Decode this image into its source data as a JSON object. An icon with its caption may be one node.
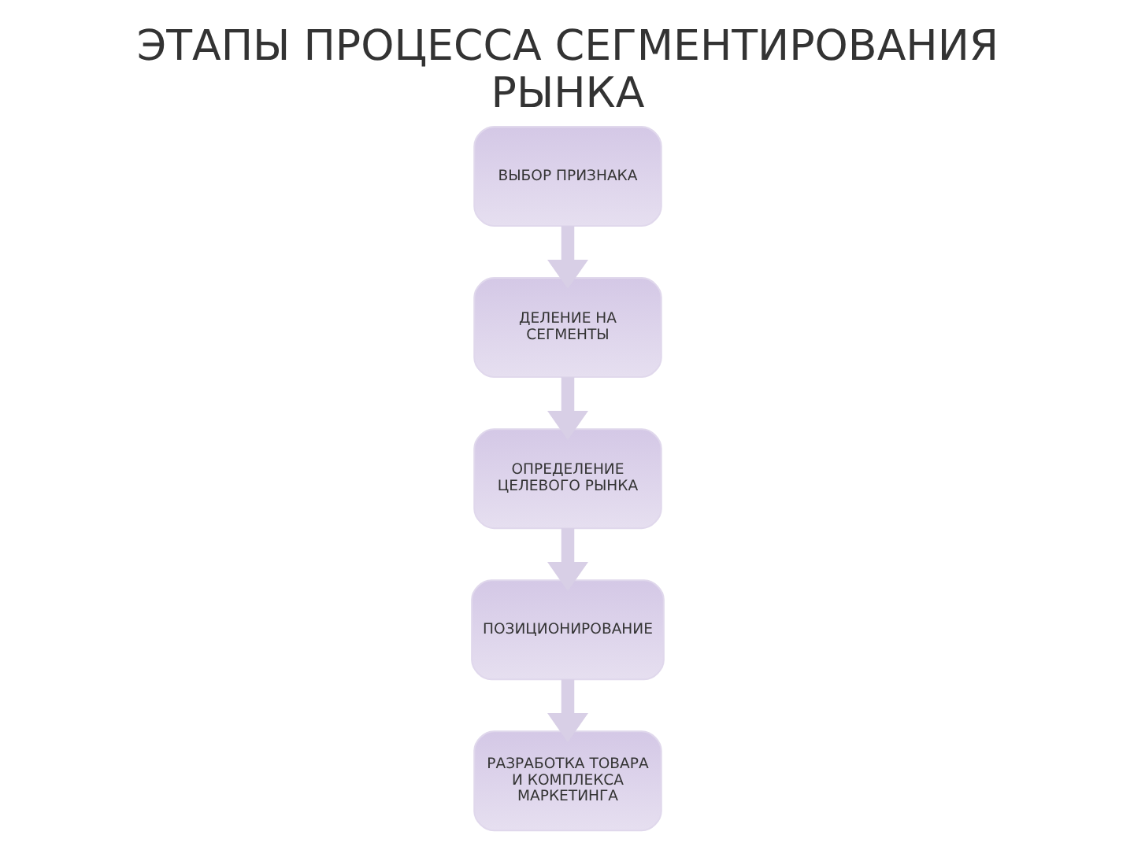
{
  "diagram": {
    "title": "ЭТАПЫ ПРОЦЕССА СЕГМЕНТИРОВАНИЯ РЫНКА",
    "nodes": [
      {
        "text": [
          "ВЫБОР ПРИЗНАКА"
        ]
      },
      {
        "text": [
          "ДЕЛЕНИЕ НА СЕГМЕНТЫ"
        ]
      },
      {
        "text": [
          "ОПРЕДЕЛЕНИЕ ЦЕЛЕВОГО РЫНКА"
        ]
      },
      {
        "text": [
          "ПОЗИЦИОНИРОВАНИЕ"
        ]
      },
      {
        "text": [
          "РАЗРАБОТКА ТОВАРА И КОМПЛЕКСА МАРКЕТИНГА"
        ]
      }
    ],
    "edges": [
      {
        "from": 0,
        "to": 1,
        "arrow": "to"
      },
      {
        "from": 1,
        "to": 2,
        "arrow": "to"
      },
      {
        "from": 2,
        "to": 3,
        "arrow": "to"
      },
      {
        "from": 3,
        "to": 4,
        "arrow": "to"
      }
    ]
  }
}
